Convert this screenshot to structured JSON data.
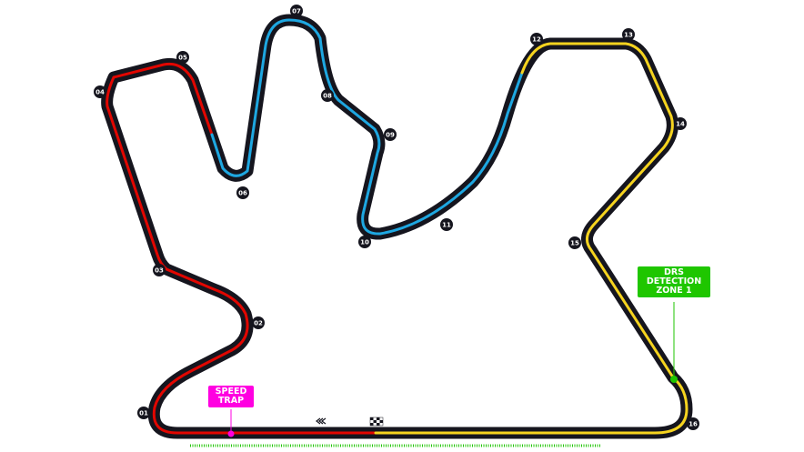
{
  "map": {
    "colors": {
      "track": "#15151e",
      "sector1": "#e10600",
      "sector2": "#1ea7e1",
      "sector3": "#f5d31f",
      "speed_trap": "#ff00e1",
      "drs_detection": "#1fc600",
      "drs_zone_marker": "#1fc600"
    },
    "turns": [
      "01",
      "02",
      "03",
      "04",
      "05",
      "06",
      "07",
      "08",
      "09",
      "10",
      "11",
      "12",
      "13",
      "14",
      "15",
      "16"
    ],
    "speed_trap": {
      "line1": "SPEED",
      "line2": "TRAP"
    },
    "drs_detection": {
      "line1": "DRS",
      "line2": "DETECTION",
      "line3": "ZONE 1"
    },
    "icons": {
      "direction": "direction-arrows-icon",
      "start_finish": "chequered-flag-icon"
    }
  }
}
